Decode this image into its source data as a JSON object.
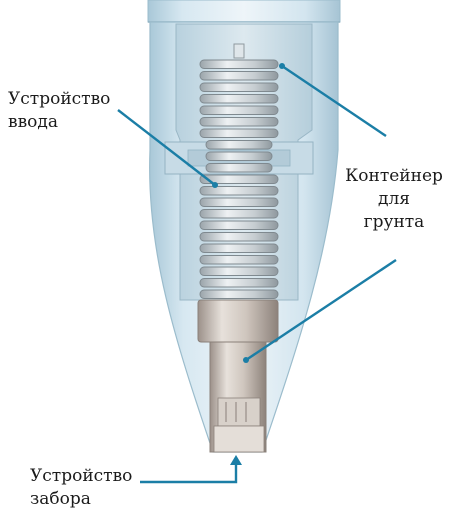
{
  "labels": {
    "input_device": {
      "line1": "Устройство",
      "line2": "ввода"
    },
    "soil_container": {
      "line1": "Контейнер",
      "line2": "для",
      "line3": "грунта"
    },
    "intake_device": {
      "line1": "Устройство",
      "line2": "забора"
    }
  },
  "colors": {
    "pointer": "#1b7ea6",
    "shell_fill": "#cfe3ee",
    "shell_edge": "#9bbccc",
    "spring": "#cdd3d7",
    "metal": "#c9bfb6"
  }
}
